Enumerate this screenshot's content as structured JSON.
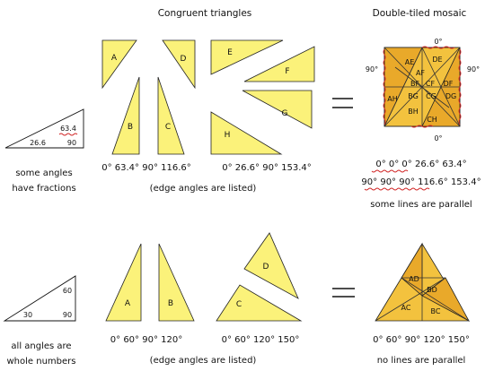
{
  "titles": {
    "congruent": "Congruent triangles",
    "mosaic": "Double-tiled mosaic"
  },
  "top": {
    "example": {
      "a": "63.4",
      "b": "26.6",
      "c": "90"
    },
    "caption": [
      "some angles",
      "have fractions"
    ],
    "tiles": [
      "A",
      "B",
      "C",
      "D",
      "E",
      "F",
      "G",
      "H"
    ],
    "angles_left": "0°  63.4°  90°  116.6°",
    "angles_right": "0°  26.6°  90°  153.4°",
    "edge_note": "(edge angles are listed)",
    "mosaic_labels": [
      "AE",
      "DE",
      "BF",
      "CF",
      "DF",
      "AH",
      "BG",
      "CG",
      "DG",
      "BH",
      "CH",
      "AF"
    ],
    "mosaic_angles": {
      "top": "0°",
      "bottom": "0°",
      "left": "90°",
      "right": "90°"
    },
    "sum_line1": "0°  0°  0°  26.6°  63.4°",
    "sum_line2": "90°  90°  90°  116.6°  153.4°",
    "result": "some lines are parallel"
  },
  "bottom": {
    "example": {
      "a": "60",
      "b": "30",
      "c": "90"
    },
    "caption": [
      "all angles are",
      "whole numbers"
    ],
    "tiles": [
      "A",
      "B",
      "C",
      "D"
    ],
    "angles_left": "0°  60°  90°  120°",
    "angles_right": "0°  60°  120°  150°",
    "edge_note": "(edge angles are listed)",
    "mosaic_labels": [
      "AD",
      "BD",
      "AC",
      "BC"
    ],
    "sum_line": "0°  60°  90°  120°  150°",
    "result": "no lines are parallel"
  },
  "colors": {
    "tile": "#fbf27a",
    "mosaic_light": "#f3c23e",
    "mosaic_dark": "#e9a92a",
    "wavy": "#d02222"
  }
}
